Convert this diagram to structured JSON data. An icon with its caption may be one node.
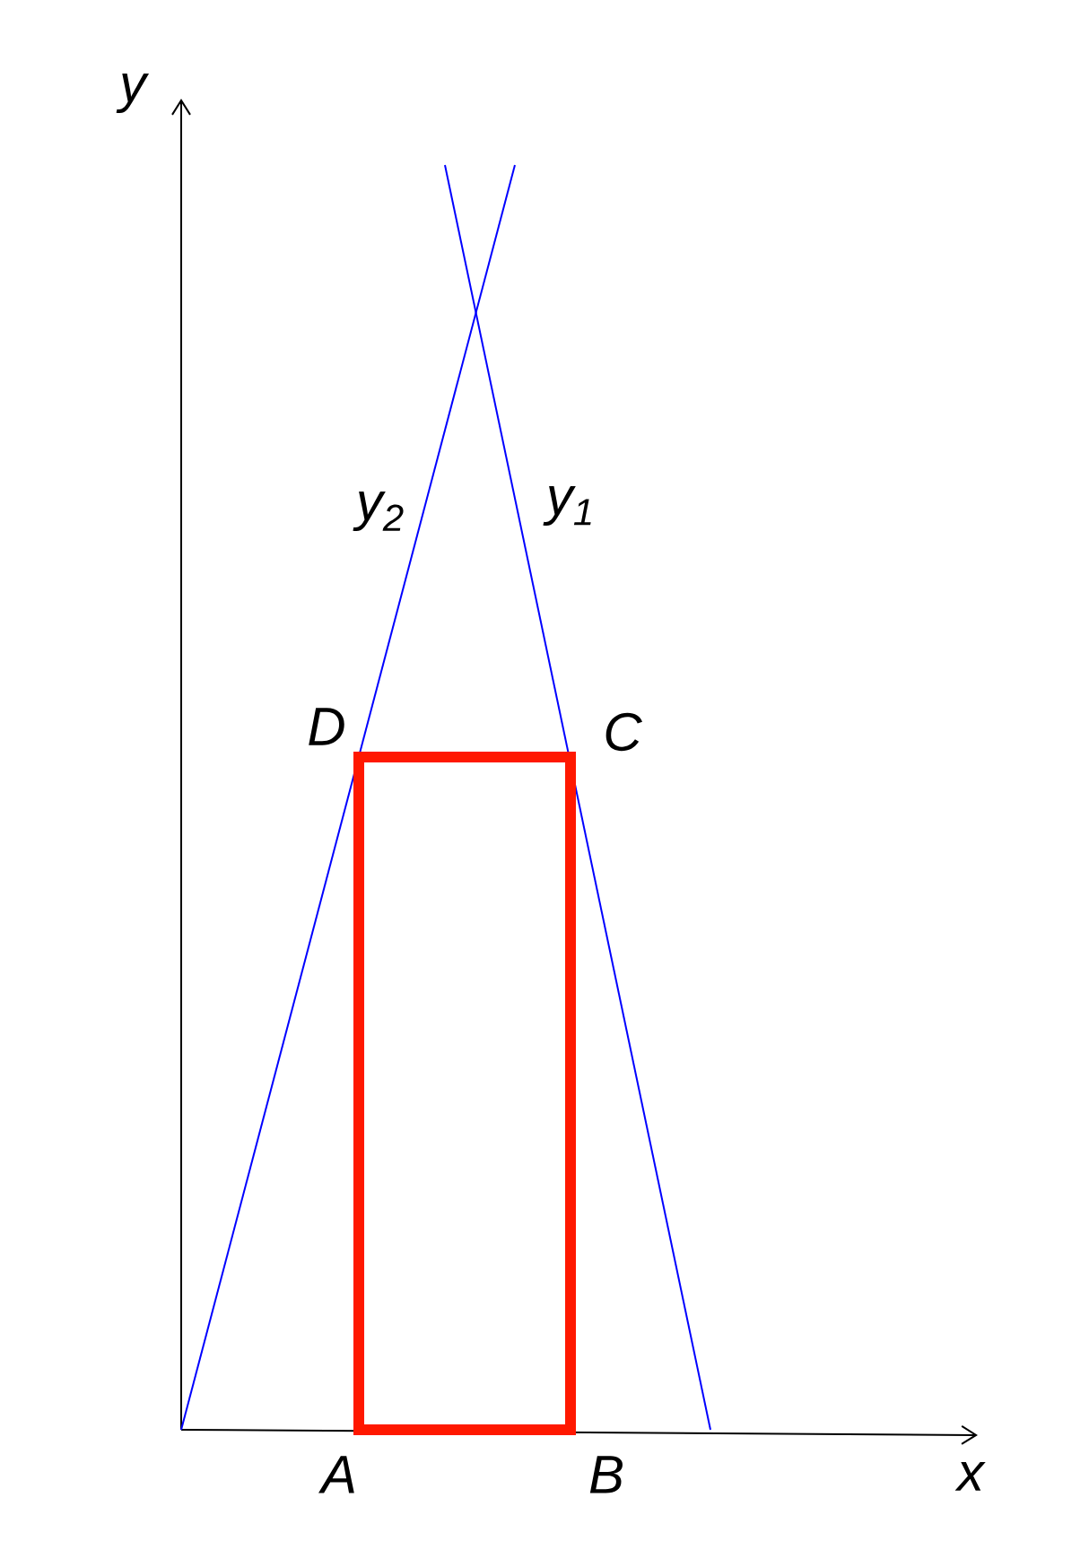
{
  "diagram": {
    "labels": [
      "y",
      "y$_{2}$",
      "y$_{1}$",
      "D",
      "C",
      "A",
      "B",
      "x"
    ]
  }
}
